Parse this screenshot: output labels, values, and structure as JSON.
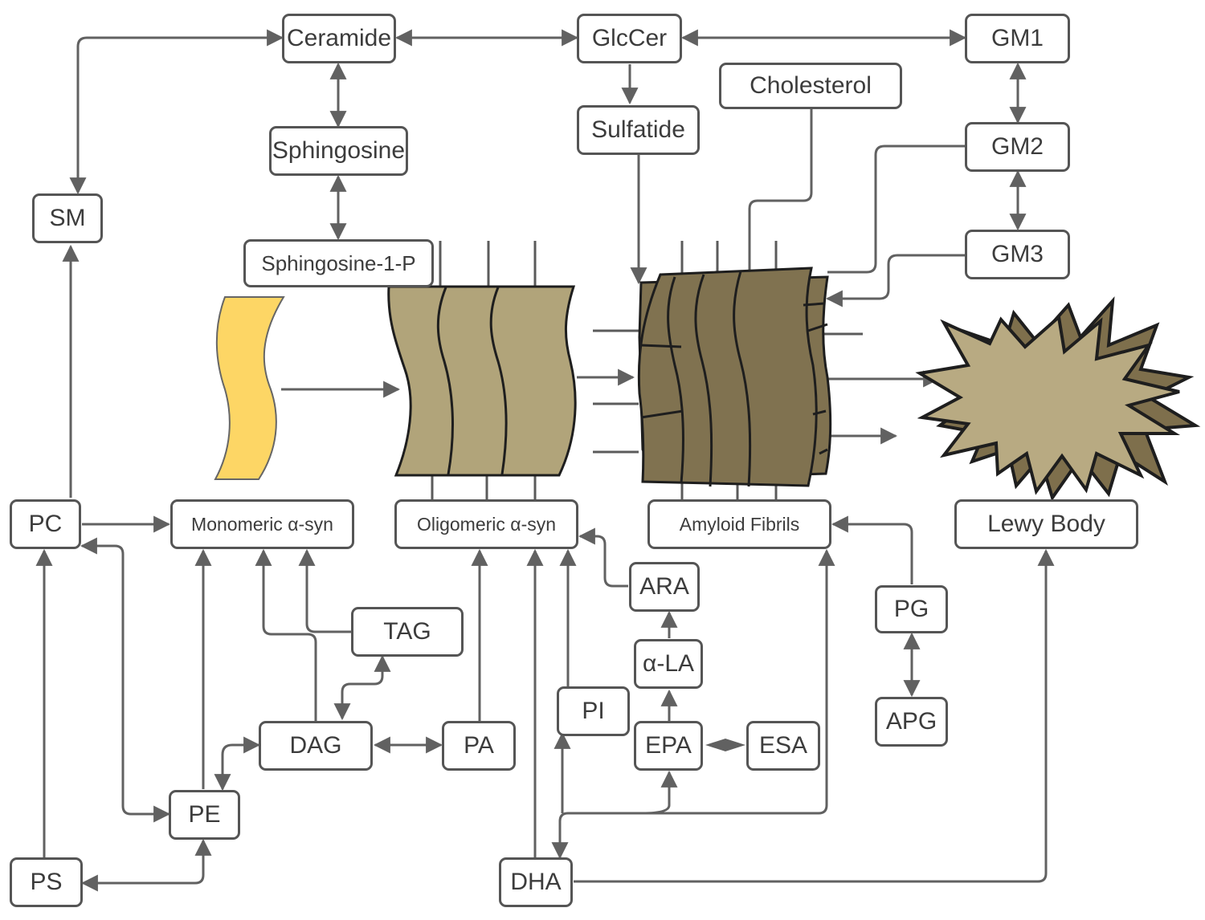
{
  "nodes": {
    "ceramide": "Ceramide",
    "glccer": "GlcCer",
    "gm1": "GM1",
    "cholesterol": "Cholesterol",
    "sulfatide": "Sulfatide",
    "gm2": "GM2",
    "sphingosine": "Sphingosine",
    "sm": "SM",
    "gm3": "GM3",
    "sphingosine_1_p": "Sphingosine-1-P",
    "pc": "PC",
    "monomeric": "Monomeric α-syn",
    "oligomeric": "Oligomeric α-syn",
    "amyloid": "Amyloid Fibrils",
    "lewy": "Lewy Body",
    "ara": "ARA",
    "pg": "PG",
    "tag": "TAG",
    "alpha_la": "α-LA",
    "pi": "PI",
    "apg": "APG",
    "dag": "DAG",
    "pa": "PA",
    "epa": "EPA",
    "esa": "ESA",
    "pe": "PE",
    "ps": "PS",
    "dha": "DHA"
  },
  "colors": {
    "monomer": "#fdd665",
    "oligomer": "#b1a47a",
    "fibril": "#807250",
    "lewy_body": "#b8aa82",
    "lewy_shadow": "#7e6f4c",
    "line": "#616161"
  }
}
